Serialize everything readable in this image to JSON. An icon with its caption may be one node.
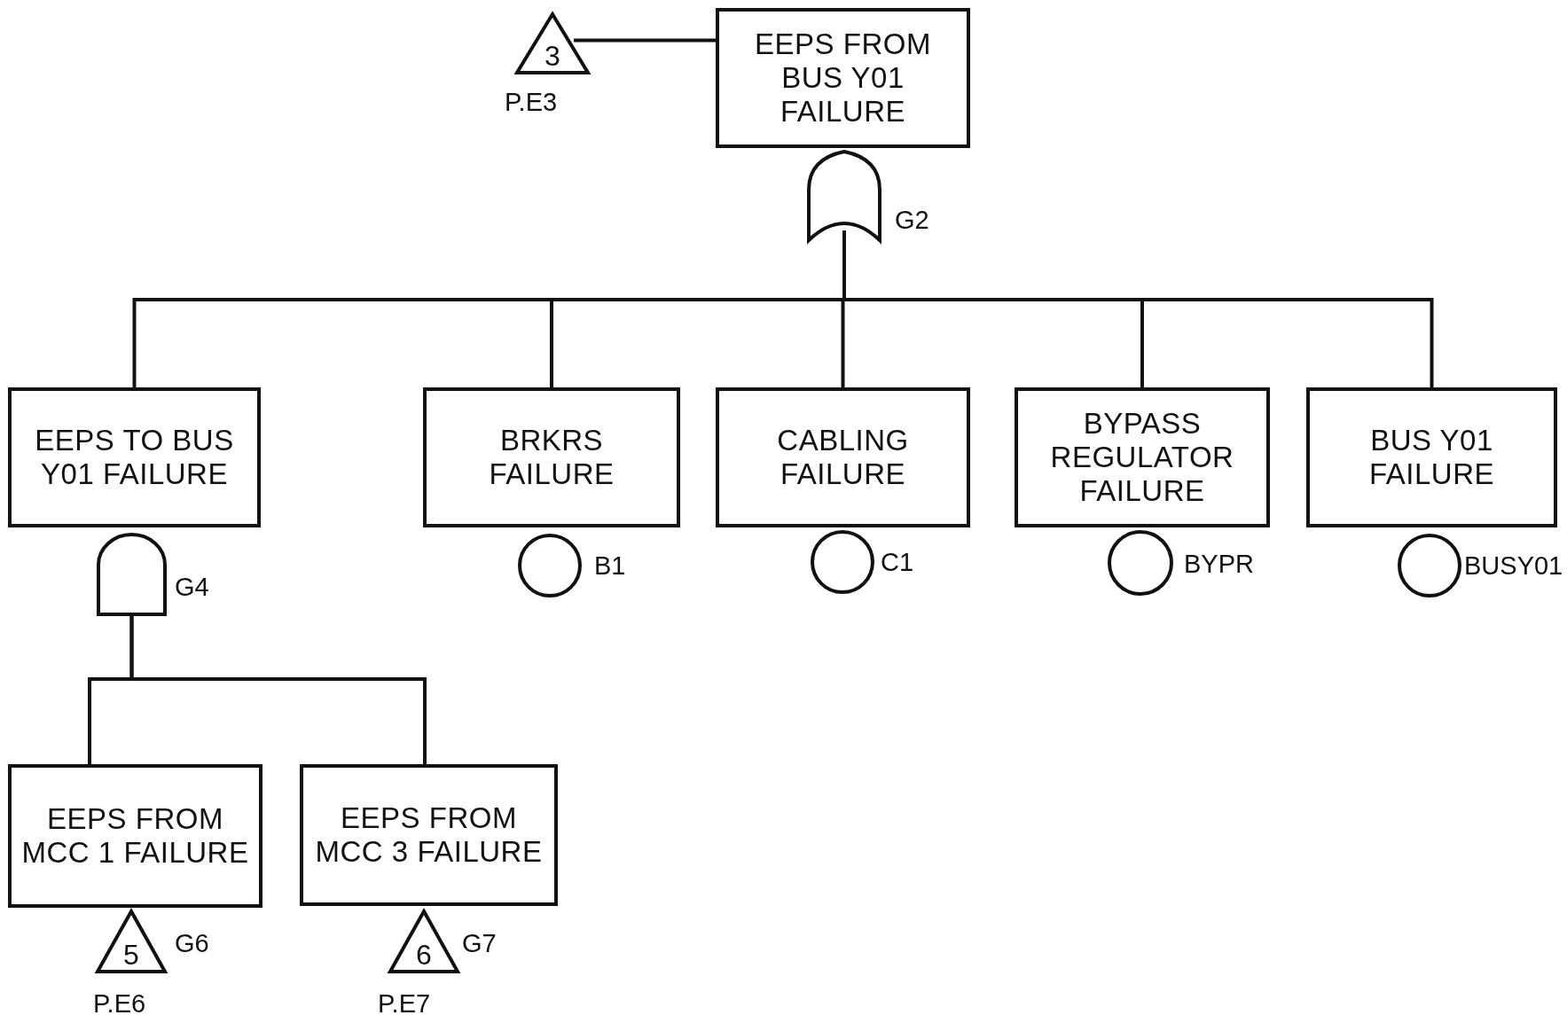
{
  "diagram": {
    "nodes": [
      {
        "text": [
          "3"
        ],
        "beside": [
          "P.E3"
        ]
      },
      {
        "text": [
          "EEPS FROM BUS Y01 FAILURE"
        ]
      },
      {
        "text": [],
        "shape": "or-gate",
        "beside": [
          "G2"
        ]
      },
      {
        "text": [
          "EEPS TO BUS Y01 FAILURE"
        ]
      },
      {
        "text": [
          "BRKRS FAILURE"
        ]
      },
      {
        "text": [
          "CABLING FAILURE"
        ]
      },
      {
        "text": [
          "BYPASS REGULATOR FAILURE"
        ]
      },
      {
        "text": [
          "BUS Y01 FAILURE"
        ]
      },
      {
        "text": [],
        "shape": "circle",
        "beside": [
          "B1"
        ]
      },
      {
        "text": [],
        "shape": "circle",
        "beside": [
          "C1"
        ]
      },
      {
        "text": [],
        "shape": "circle",
        "beside": [
          "BYPR"
        ]
      },
      {
        "text": [],
        "shape": "circle",
        "beside": [
          "BUSY01"
        ]
      },
      {
        "text": [],
        "shape": "and-gate",
        "beside": [
          "G4"
        ]
      },
      {
        "text": [
          "EEPS FROM MCC 1 FAILURE"
        ]
      },
      {
        "text": [
          "EEPS FROM MCC 3 FAILURE"
        ]
      },
      {
        "text": [
          "5"
        ],
        "beside": [
          "G6",
          "P.E6"
        ]
      },
      {
        "text": [
          "6"
        ],
        "beside": [
          "G7",
          "P.E7"
        ]
      }
    ],
    "edges": [
      {
        "from": 0,
        "to": 1,
        "arrow": "none"
      },
      {
        "from": 2,
        "to": 3,
        "arrow": "none"
      },
      {
        "from": 2,
        "to": 4,
        "arrow": "none"
      },
      {
        "from": 2,
        "to": 5,
        "arrow": "none"
      },
      {
        "from": 2,
        "to": 6,
        "arrow": "none"
      },
      {
        "from": 2,
        "to": 7,
        "arrow": "none"
      },
      {
        "from": 12,
        "to": 13,
        "arrow": "none"
      },
      {
        "from": 12,
        "to": 14,
        "arrow": "none"
      }
    ]
  }
}
